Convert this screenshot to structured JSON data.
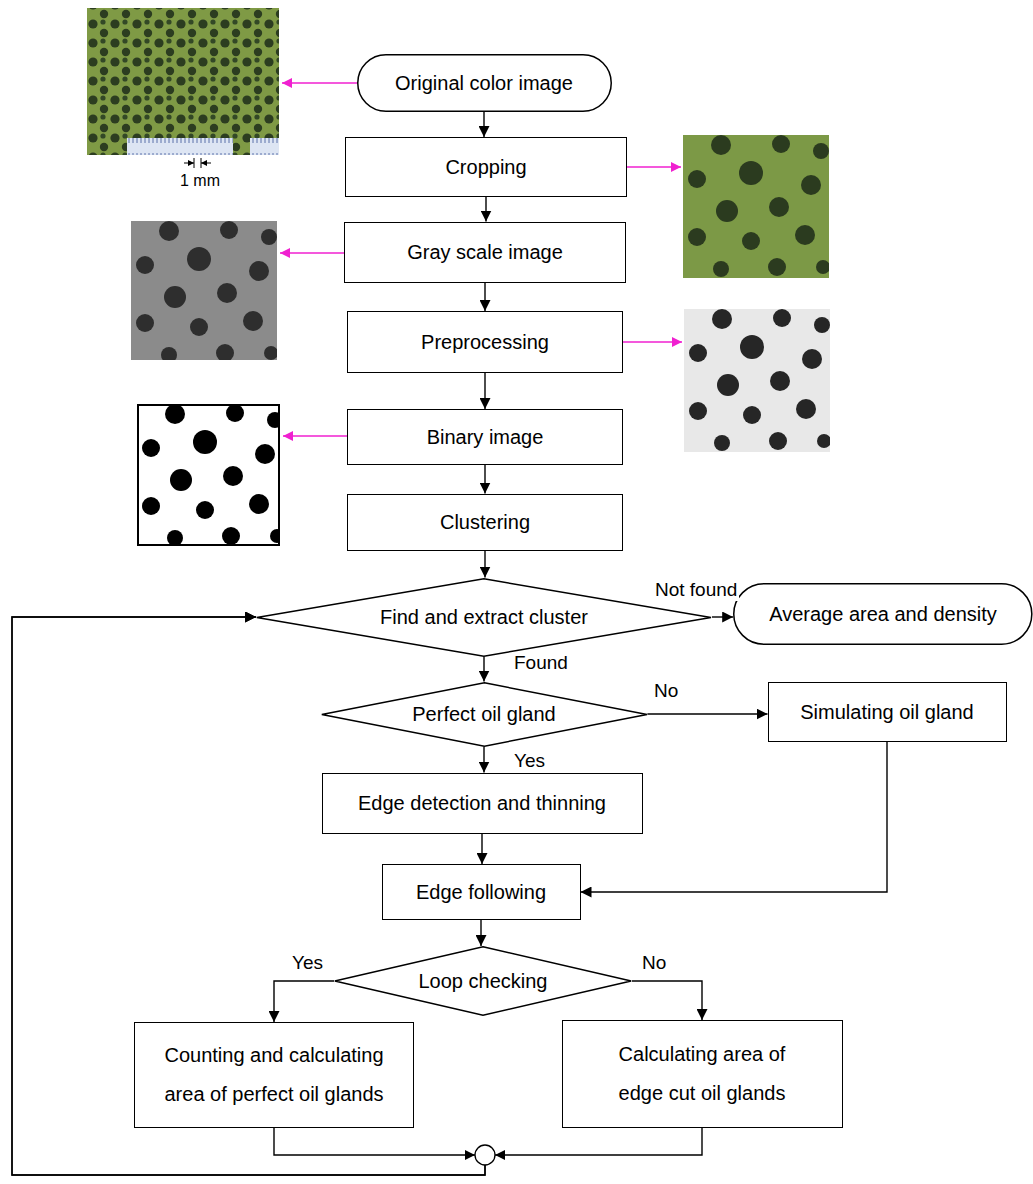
{
  "diagram": {
    "nodes": [
      {
        "text": [
          "Original color image"
        ]
      },
      {
        "text": [
          "Cropping"
        ]
      },
      {
        "text": [
          "Gray scale image"
        ]
      },
      {
        "text": [
          "Preprocessing"
        ]
      },
      {
        "text": [
          "Binary image"
        ]
      },
      {
        "text": [
          "Clustering"
        ]
      },
      {
        "text": [
          "Find and extract cluster"
        ]
      },
      {
        "text": [
          "Average area and density"
        ]
      },
      {
        "text": [
          "Perfect oil gland"
        ]
      },
      {
        "text": [
          "Simulating oil gland"
        ]
      },
      {
        "text": [
          "Edge detection and thinning"
        ]
      },
      {
        "text": [
          "Edge following"
        ]
      },
      {
        "text": [
          "Loop checking"
        ]
      },
      {
        "text": [
          "Counting and calculating area of perfect oil glands"
        ]
      },
      {
        "text": [
          "Calculating area of edge cut oil glands"
        ]
      }
    ],
    "edges": [
      {
        "from": 0,
        "to": 1,
        "arrow": "to"
      },
      {
        "from": 1,
        "to": 2,
        "arrow": "to"
      },
      {
        "from": 2,
        "to": 3,
        "arrow": "to"
      },
      {
        "from": 3,
        "to": 4,
        "arrow": "to"
      },
      {
        "from": 4,
        "to": 5,
        "arrow": "to"
      },
      {
        "from": 5,
        "to": 6,
        "arrow": "to"
      },
      {
        "from": 6,
        "to": 7,
        "label": "Not found",
        "arrow": "to"
      },
      {
        "from": 6,
        "to": 8,
        "label": "Found",
        "arrow": "to"
      },
      {
        "from": 8,
        "to": 9,
        "label": "No",
        "arrow": "to"
      },
      {
        "from": 8,
        "to": 10,
        "label": "Yes",
        "arrow": "to"
      },
      {
        "from": 9,
        "to": 11,
        "arrow": "to"
      },
      {
        "from": 10,
        "to": 11,
        "arrow": "to"
      },
      {
        "from": 11,
        "to": 12,
        "arrow": "to"
      },
      {
        "from": 12,
        "to": 13,
        "label": "Yes",
        "arrow": "to"
      },
      {
        "from": 12,
        "to": 14,
        "label": "No",
        "arrow": "to"
      },
      {
        "from": 13,
        "to": 6,
        "arrow": "to"
      },
      {
        "from": 14,
        "to": 6,
        "arrow": "to"
      }
    ],
    "labels": [
      "1 mm"
    ]
  }
}
